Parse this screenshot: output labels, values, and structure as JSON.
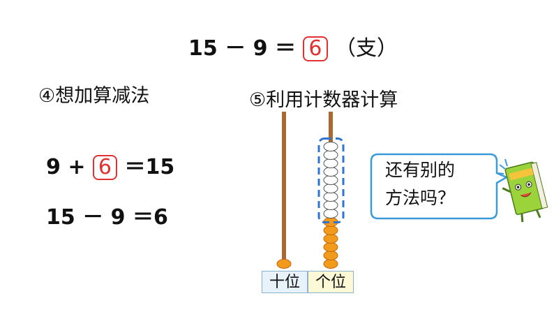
{
  "top_equation": {
    "left": "15 － 9 ＝",
    "answer": "6",
    "unit": "（支）"
  },
  "method4": {
    "heading": "④想加算减法",
    "line1_a": "9 + ",
    "line1_box": "6",
    "line1_b": "＝15",
    "line2": "15 － 9 ＝6"
  },
  "method5": {
    "heading": "⑤利用计数器计算"
  },
  "abacus": {
    "tens_label": "十位",
    "ones_label": "个位",
    "tens_beads": 1,
    "ones_beads": 15,
    "removed_beads": 9,
    "bead_color": "#f29a1c",
    "removed_color": "#ffffff",
    "frame_color": "#2f74d0",
    "tens_label_bg": "#e8f2fb",
    "ones_label_bg": "#fdf8d6"
  },
  "speech_bubble": {
    "line1": "还有别的",
    "line2": "方法吗？"
  },
  "colors": {
    "highlight": "#e03232",
    "rod": "#a86a32"
  }
}
